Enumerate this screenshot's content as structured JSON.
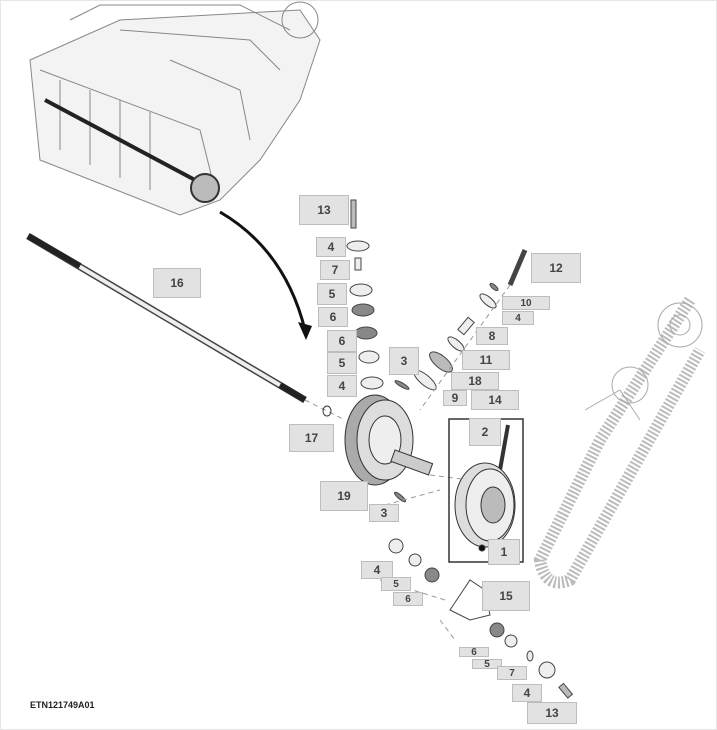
{
  "figure_id": "ETN121749A01",
  "callouts": [
    "13",
    "4",
    "7",
    "5",
    "6",
    "6",
    "5",
    "4",
    "16",
    "12",
    "10",
    "4",
    "8",
    "11",
    "3",
    "18",
    "9",
    "14",
    "17",
    "2",
    "19",
    "3",
    "1",
    "4",
    "5",
    "6",
    "15",
    "6",
    "5",
    "7",
    "4",
    "13"
  ],
  "colors": {
    "callout_fill": "#e2e2e2",
    "callout_border": "#bdbdbd",
    "line": "#555555"
  }
}
